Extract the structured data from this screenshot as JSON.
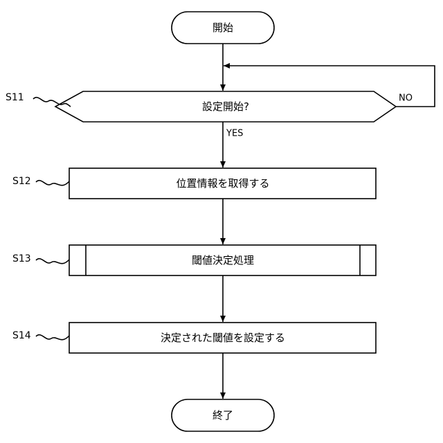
{
  "flowchart": {
    "start": "開始",
    "end": "終了",
    "steps": [
      {
        "id": "S11",
        "text": "設定開始?"
      },
      {
        "id": "S12",
        "text": "位置情報を取得する"
      },
      {
        "id": "S13",
        "text": "閾値決定処理"
      },
      {
        "id": "S14",
        "text": "決定された閾値を設定する"
      }
    ],
    "branch_yes": "YES",
    "branch_no": "NO"
  }
}
